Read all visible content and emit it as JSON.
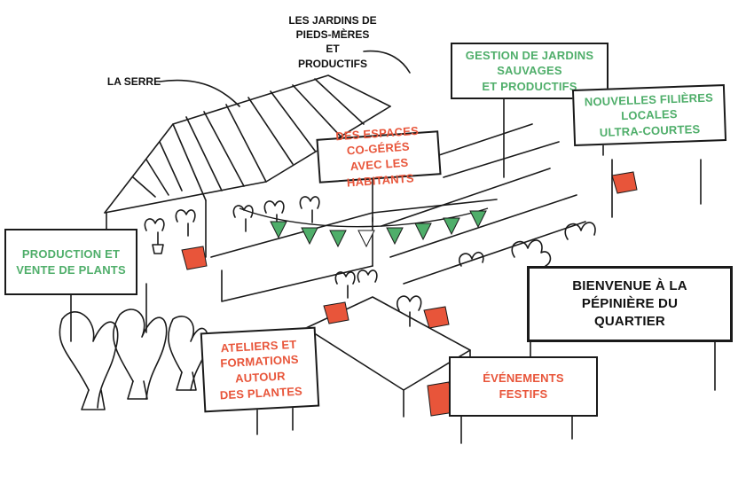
{
  "labels": {
    "serre": "LA SERRE",
    "jardins_line1": "LES JARDINS DE",
    "jardins_line2": "PIEDS-MÈRES ET",
    "jardins_line3": "PRODUCTIFS"
  },
  "signs": {
    "gestion": {
      "line1": "GESTION DE JARDINS SAUVAGES",
      "line2": "ET PRODUCTIFS"
    },
    "filieres": {
      "line1": "NOUVELLES FILIÈRES LOCALES",
      "line2": "ULTRA-COURTES"
    },
    "espaces": {
      "line1": "DES ESPACES CO-GÉRÉS",
      "line2": "AVEC LES HABITANTS"
    },
    "production": {
      "line1": "PRODUCTION ET",
      "line2": "VENTE DE PLANTS"
    },
    "bienvenue": {
      "line1": "BIENVENUE À LA PÉPINIÈRE DU",
      "line2": "QUARTIER"
    },
    "ateliers": {
      "line1": "ATELIERS ET",
      "line2": "FORMATIONS AUTOUR",
      "line3": "DES PLANTES"
    },
    "evenements": {
      "line1": "ÉVÉNEMENTS FESTIFS"
    }
  },
  "colors": {
    "green": "#4fae6a",
    "red": "#e8553a",
    "ink": "#1a1a1a"
  }
}
